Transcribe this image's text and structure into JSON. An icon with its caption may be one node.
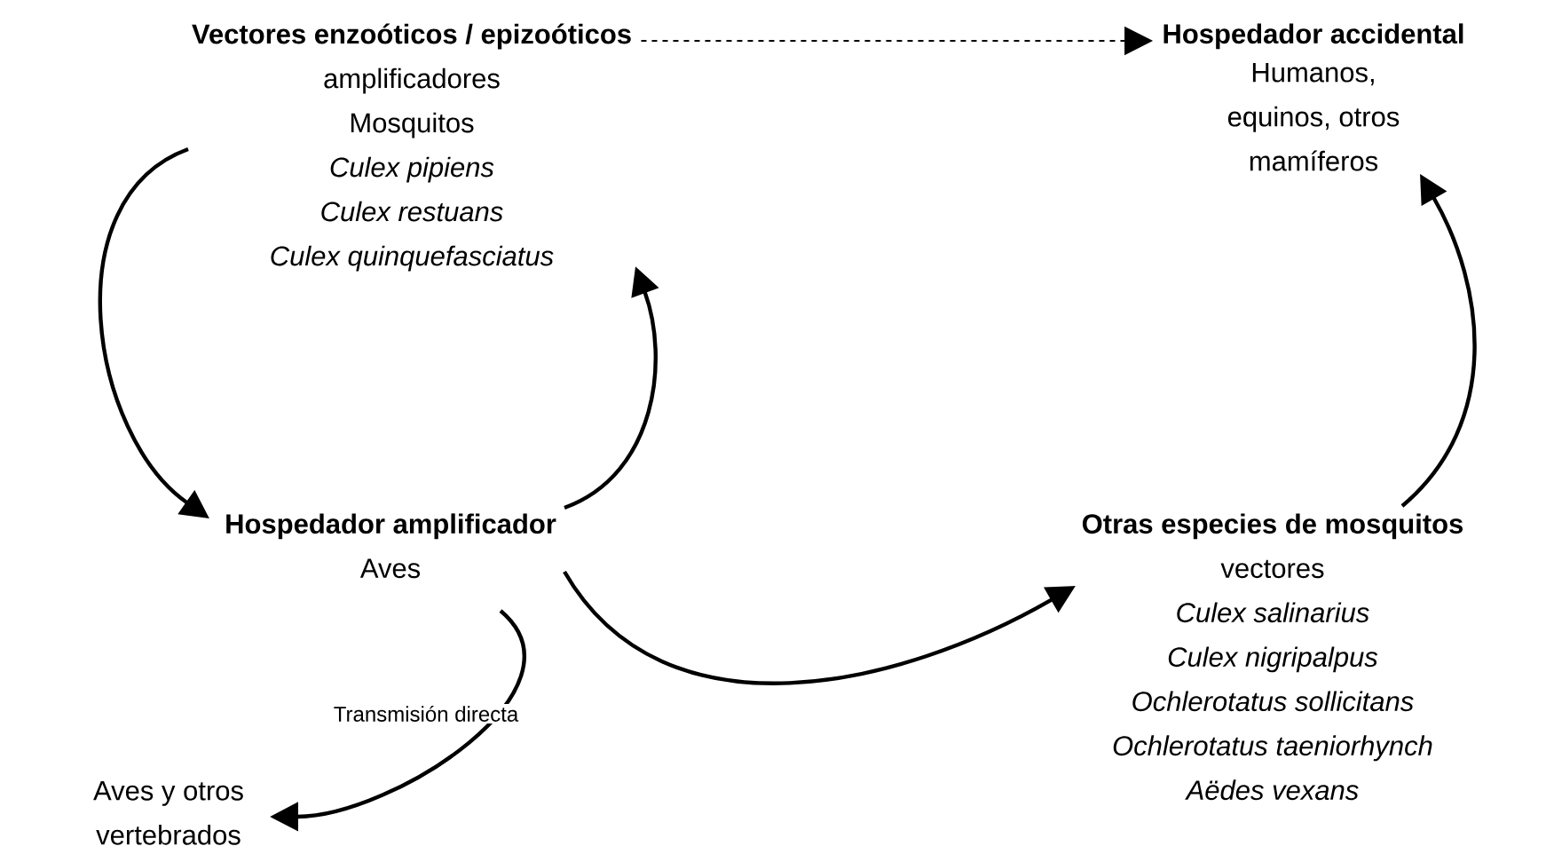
{
  "diagram": {
    "nodes": [
      {
        "text": [
          "Vectores enzoóticos / epizoóticos",
          "amplificadores",
          "Mosquitos",
          "*Culex pipiens*",
          "*Culex restuans*",
          "*Culex quinquefasciatus*"
        ]
      },
      {
        "text": [
          "Hospedador accidental",
          "Humanos, equinos, otros mamíferos"
        ]
      },
      {
        "text": [
          "Hospedador amplificador",
          "Aves"
        ]
      },
      {
        "text": [
          "Otras especies de mosquitos",
          "vectores",
          "*Culex salinarius*",
          "*Culex nigripalpus*",
          "*Ochlerotatus sollicitans*",
          "*Ochlerotatus taeniorhynch*",
          "*Aëdes vexans*"
        ]
      },
      {
        "text": [
          "Aves y otros vertebrados"
        ]
      }
    ],
    "edges": [
      {
        "from": 0,
        "to": 1,
        "arrow": "to",
        "style": "dashed"
      },
      {
        "from": 0,
        "to": 2,
        "arrow": "to"
      },
      {
        "from": 2,
        "to": 0,
        "arrow": "to"
      },
      {
        "from": 2,
        "to": 3,
        "arrow": "to"
      },
      {
        "from": 3,
        "to": 1,
        "arrow": "to"
      },
      {
        "from": 2,
        "to": 4,
        "arrow": "to",
        "label": "Transmisión directa"
      }
    ]
  }
}
